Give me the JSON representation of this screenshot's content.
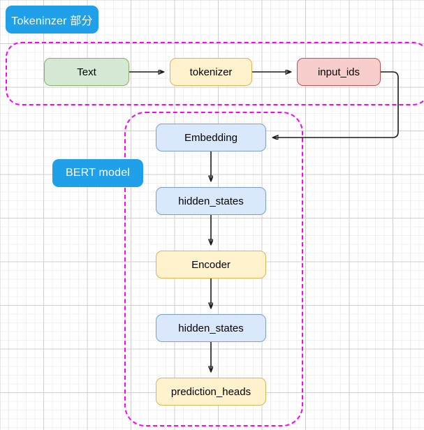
{
  "diagram": {
    "title_labels": [
      {
        "id": "tokenizer-section",
        "text": "Tokeninzer 部分",
        "color": "#1fa0e8"
      },
      {
        "id": "bert-model",
        "text": "BERT model",
        "color": "#1fa0e8"
      }
    ],
    "groups": [
      {
        "id": "tokenizer-region",
        "label": "Tokeninzer 部分",
        "border_color": "#ff00ff",
        "border_style": "dashed"
      },
      {
        "id": "bert-region",
        "label": "BERT model",
        "border_color": "#ff00ff",
        "border_style": "dashed"
      }
    ],
    "nodes": [
      {
        "id": "text",
        "label": "Text",
        "fill": "#d5e8d4",
        "stroke": "#82b366",
        "group": "tokenizer-region"
      },
      {
        "id": "tokenizer",
        "label": "tokenizer",
        "fill": "#fff2cc",
        "stroke": "#d6b656",
        "group": "tokenizer-region"
      },
      {
        "id": "input-ids",
        "label": "input_ids",
        "fill": "#f8cecc",
        "stroke": "#b85450",
        "group": "tokenizer-region"
      },
      {
        "id": "embedding",
        "label": "Embedding",
        "fill": "#dae8fc",
        "stroke": "#7a9fce",
        "group": "bert-region"
      },
      {
        "id": "hidden-states-1",
        "label": "hidden_states",
        "fill": "#dae8fc",
        "stroke": "#7a9fce",
        "group": "bert-region"
      },
      {
        "id": "encoder",
        "label": "Encoder",
        "fill": "#fff2cc",
        "stroke": "#d6b656",
        "group": "bert-region"
      },
      {
        "id": "hidden-states-2",
        "label": "hidden_states",
        "fill": "#dae8fc",
        "stroke": "#7a9fce",
        "group": "bert-region"
      },
      {
        "id": "prediction-heads",
        "label": "prediction_heads",
        "fill": "#fff2cc",
        "stroke": "#d6b656",
        "group": "bert-region"
      }
    ],
    "edges": [
      {
        "from": "text",
        "to": "tokenizer",
        "style": "straight-arrow"
      },
      {
        "from": "tokenizer",
        "to": "input-ids",
        "style": "straight-arrow"
      },
      {
        "from": "input-ids",
        "to": "embedding",
        "style": "orthogonal-arrow"
      },
      {
        "from": "embedding",
        "to": "hidden-states-1",
        "style": "straight-arrow"
      },
      {
        "from": "hidden-states-1",
        "to": "encoder",
        "style": "straight-arrow"
      },
      {
        "from": "encoder",
        "to": "hidden-states-2",
        "style": "straight-arrow"
      },
      {
        "from": "hidden-states-2",
        "to": "prediction-heads",
        "style": "straight-arrow"
      }
    ]
  }
}
